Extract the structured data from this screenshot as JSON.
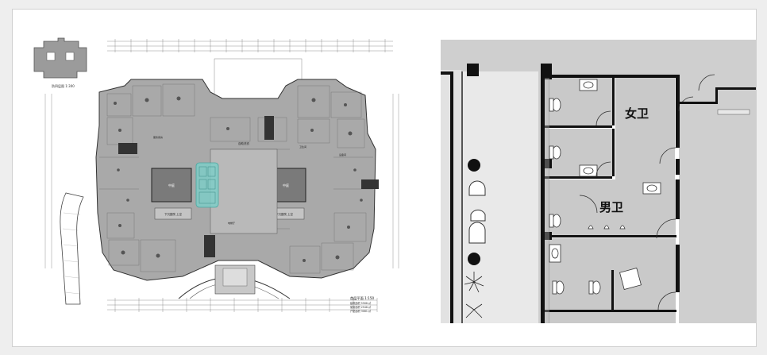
{
  "floor_plan": {
    "keyplan_caption": "防四层图 1:300",
    "center_zone_label": "自助洗衣",
    "court_left_label": "中庭",
    "court_right_label": "中庭",
    "court_left_caption": "下沉庭院 上空",
    "court_right_caption": "下沉庭院 上空",
    "side_labels": [
      "服务用房",
      "卫生间",
      "设备间",
      "电梯厅"
    ],
    "plan_title": "首层平面 1:150",
    "area_lines": [
      "建筑面积 5568.㎡",
      "使用面积 2948.㎡",
      "户型面积 3081.㎡"
    ]
  },
  "detail": {
    "women_label": "女卫",
    "men_label": "男卫"
  },
  "colors": {
    "plan_gray": "#a9a9a9",
    "highlight_teal": "#7ecdc7",
    "detail_gray": "#cfcfcf",
    "wall_black": "#111111"
  }
}
